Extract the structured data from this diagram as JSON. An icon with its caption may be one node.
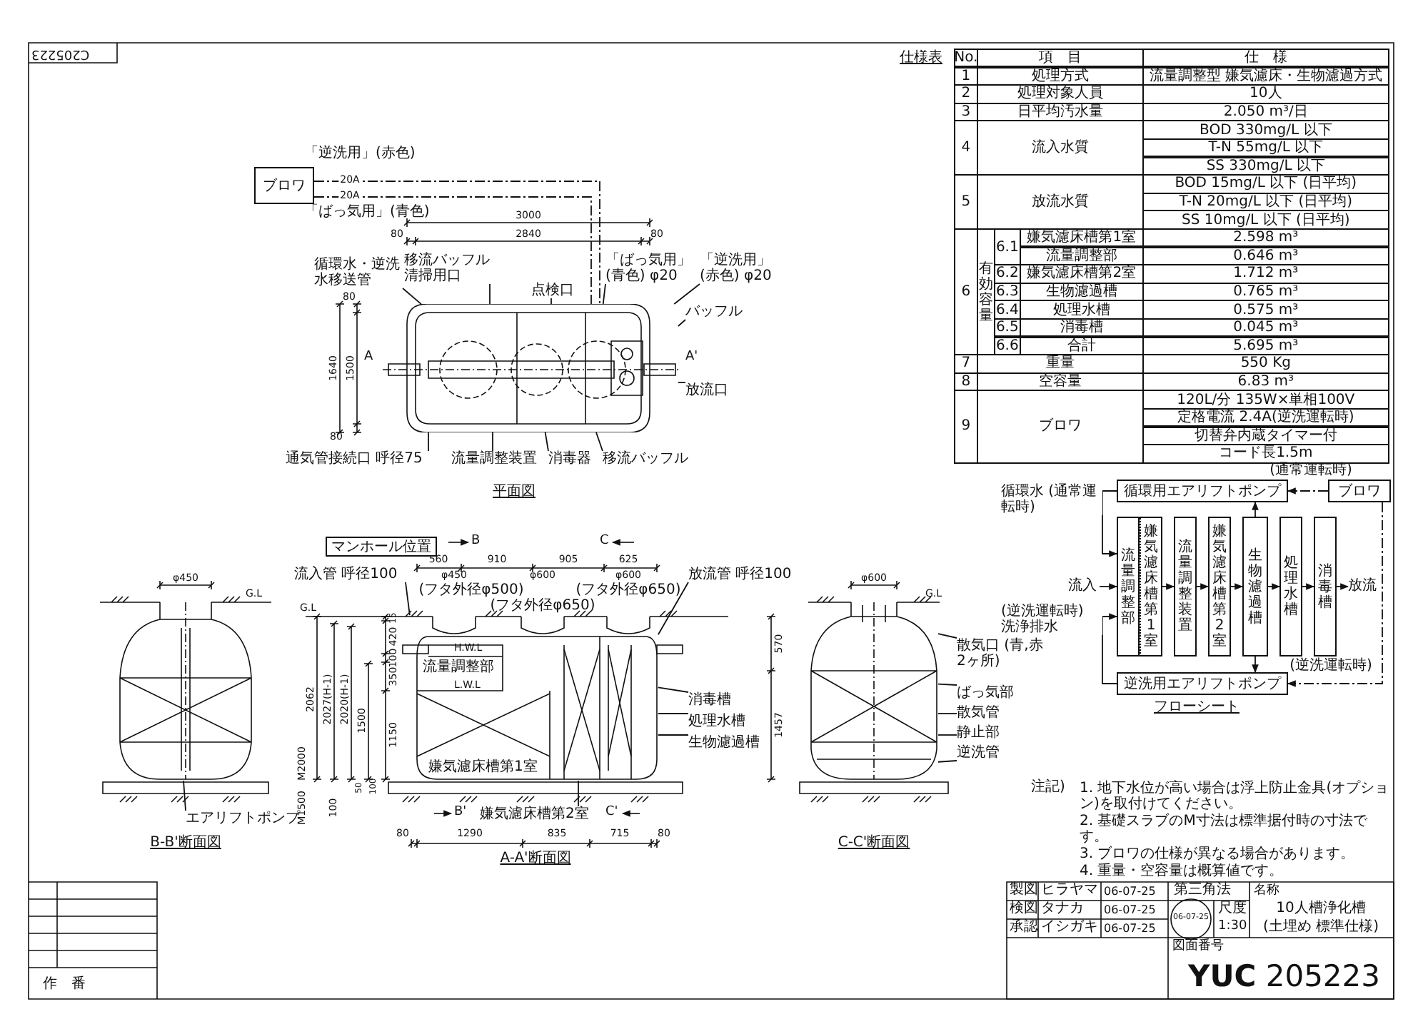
{
  "diagram": {
    "nodes": [
      {
        "text": [
          "ブロワ"
        ]
      },
      {
        "text": [],
        "shape": "picture"
      },
      {
        "text": [
          "移流バッフル清掃用口"
        ]
      },
      {
        "text": [
          "循環水・逆洗水移送管"
        ]
      },
      {
        "text": [
          "点検口"
        ]
      },
      {
        "text": [
          "「ばっ気用」(青色) φ20"
        ]
      },
      {
        "text": [
          "「逆洗用」(赤色) φ20"
        ]
      },
      {
        "text": [
          "バッフル"
        ]
      },
      {
        "text": [
          "放流口"
        ]
      },
      {
        "text": [
          "通気管接続口 呼径75"
        ]
      },
      {
        "text": [
          "流量調整装置"
        ]
      },
      {
        "text": [
          "消毒器"
        ]
      },
      {
        "text": [
          "移流バッフル"
        ]
      },
      {
        "text": [
          "マンホール位置"
        ]
      },
      {
        "text": [
          "流入管 呼径100"
        ]
      },
      {
        "text": [
          "放流管 呼径100"
        ]
      },
      {
        "text": [
          "消毒槽"
        ]
      },
      {
        "text": [
          "処理水槽"
        ]
      },
      {
        "text": [
          "生物濾過槽"
        ]
      },
      {
        "text": [
          "嫌気濾床槽第2室"
        ]
      },
      {
        "text": [
          "エアリフトポンプ"
        ]
      },
      {
        "text": [
          "散気口 (青,赤 2ヶ所)"
        ]
      },
      {
        "text": [
          "ばっ気部"
        ]
      },
      {
        "text": [
          "散気管"
        ]
      },
      {
        "text": [
          "静止部"
        ]
      },
      {
        "text": [
          "逆洗管"
        ]
      },
      {
        "text": [
          "循環用エアリフトポンプ"
        ]
      },
      {
        "text": [
          "ブロワ"
        ]
      },
      {
        "text": [
          "流量調整部"
        ]
      },
      {
        "text": [
          "嫌気濾床槽第1室"
        ]
      },
      {
        "text": [
          "流量調整装置"
        ]
      },
      {
        "text": [
          "嫌気濾床槽第2室"
        ]
      },
      {
        "text": [
          "生物濾過槽"
        ]
      },
      {
        "text": [
          "処理水槽"
        ]
      },
      {
        "text": [
          "消毒槽"
        ]
      },
      {
        "text": [
          "逆洗用エアリフトポンプ"
        ]
      },
      {
        "text": [
          "流入"
        ]
      },
      {
        "text": [
          "放流"
        ]
      },
      {
        "text": [
          "H.W.L",
          "流量調整部",
          "L.W.L",
          "嫌気濾床槽第1室"
        ]
      },
      {
        "text": [],
        "shape": "picture"
      },
      {
        "text": [],
        "shape": "picture"
      }
    ],
    "edges": [
      {
        "from": 0,
        "to": 1,
        "arrow": "none",
        "label": "20A",
        "style": "dashed"
      },
      {
        "from": 0,
        "to": 1,
        "arrow": "none",
        "label": "20A",
        "style": "dashed"
      },
      {
        "from": 2,
        "to": 1,
        "arrow": "none"
      },
      {
        "from": 3,
        "to": 1,
        "arrow": "none"
      },
      {
        "from": 4,
        "to": 1,
        "arrow": "none"
      },
      {
        "from": 5,
        "to": 1,
        "arrow": "none"
      },
      {
        "from": 6,
        "to": 1,
        "arrow": "none"
      },
      {
        "from": 7,
        "to": 1,
        "arrow": "none"
      },
      {
        "from": 8,
        "to": 1,
        "arrow": "none"
      },
      {
        "from": 9,
        "to": 1,
        "arrow": "none"
      },
      {
        "from": 10,
        "to": 1,
        "arrow": "none"
      },
      {
        "from": 11,
        "to": 1,
        "arrow": "none"
      },
      {
        "from": 12,
        "to": 1,
        "arrow": "none"
      },
      {
        "from": 14,
        "to": 38,
        "arrow": "none"
      },
      {
        "from": 15,
        "to": 38,
        "arrow": "none"
      },
      {
        "from": 16,
        "to": 38,
        "arrow": "none"
      },
      {
        "from": 17,
        "to": 38,
        "arrow": "none"
      },
      {
        "from": 18,
        "to": 38,
        "arrow": "none"
      },
      {
        "from": 19,
        "to": 38,
        "arrow": "none"
      },
      {
        "from": 20,
        "to": 39,
        "arrow": "none"
      },
      {
        "from": 21,
        "to": 40,
        "arrow": "none"
      },
      {
        "from": 22,
        "to": 40,
        "arrow": "none"
      },
      {
        "from": 23,
        "to": 40,
        "arrow": "none"
      },
      {
        "from": 24,
        "to": 40,
        "arrow": "none"
      },
      {
        "from": 25,
        "to": 40,
        "arrow": "none"
      },
      {
        "from": 36,
        "to": 28,
        "arrow": "to"
      },
      {
        "from": 29,
        "to": 30,
        "arrow": "to"
      },
      {
        "from": 30,
        "to": 31,
        "arrow": "to"
      },
      {
        "from": 31,
        "to": 32,
        "arrow": "to"
      },
      {
        "from": 32,
        "to": 33,
        "arrow": "to"
      },
      {
        "from": 33,
        "to": 34,
        "arrow": "to"
      },
      {
        "from": 34,
        "to": 37,
        "arrow": "to"
      },
      {
        "from": 26,
        "to": 28,
        "arrow": "to",
        "label": "循環水 (通常運転時)"
      },
      {
        "from": 35,
        "to": 28,
        "arrow": "to",
        "label": "(逆洗運転時) 洗浄排水"
      },
      {
        "from": 27,
        "to": 26,
        "arrow": "to",
        "label": "(通常運転時)",
        "style": "dashed"
      },
      {
        "from": 27,
        "to": 35,
        "arrow": "to",
        "label": "(逆洗運転時)",
        "style": "dashed"
      },
      {
        "from": 32,
        "to": 26,
        "arrow": "to"
      },
      {
        "from": 32,
        "to": 35,
        "arrow": "to"
      }
    ],
    "labels": [
      "C205223",
      "「逆洗用」(赤色)",
      "「ばっ気用」(青色)",
      "3000",
      "80",
      "2840",
      "80",
      "80",
      "1640",
      "1500",
      "80",
      "A",
      "A'",
      "平面図",
      "B",
      "C",
      "560",
      "910",
      "905",
      "625",
      "φ450",
      "(フタ外径φ500)",
      "φ600",
      "(フタ外径φ650)",
      "φ600",
      "(フタ外径φ650)",
      "G.L",
      "15",
      "420",
      "100",
      "350",
      "1500",
      "1150",
      "2062",
      "2027(H-1)",
      "2020(H-1)",
      "100",
      "M2000",
      "50",
      "M1500",
      "100",
      "570",
      "1457",
      "B'",
      "C'",
      "80",
      "1290",
      "835",
      "715",
      "80",
      "A-A'断面図",
      "φ450",
      "G.L",
      "B-B'断面図",
      "φ600",
      "G.L",
      "C-C'断面図",
      "仕様表",
      "No.",
      "項　目",
      "仕　様",
      "1",
      "処理方式",
      "流量調整型 嫌気濾床・生物濾過方式",
      "2",
      "処理対象人員",
      "10人",
      "3",
      "日平均汚水量",
      "2.050 m³/日",
      "4",
      "流入水質",
      "BOD 330mg/L 以下",
      "T-N 55mg/L 以下",
      "SS 330mg/L 以下",
      "5",
      "放流水質",
      "BOD 15mg/L 以下 (日平均)",
      "T-N 20mg/L 以下 (日平均)",
      "SS 10mg/L 以下 (日平均)",
      "6",
      "有効容量",
      "6.1",
      "嫌気濾床槽第1室",
      "2.598 m³",
      "流量調整部",
      "0.646 m³",
      "6.2",
      "嫌気濾床槽第2室",
      "1.712 m³",
      "6.3",
      "生物濾過槽",
      "0.765 m³",
      "6.4",
      "処理水槽",
      "0.575 m³",
      "6.5",
      "消毒槽",
      "0.045 m³",
      "6.6",
      "合計",
      "5.695 m³",
      "7",
      "重量",
      "550 Kg",
      "8",
      "空容量",
      "6.83 m³",
      "9",
      "ブロワ",
      "120L/分 135W×単相100V",
      "定格電流 2.4A(逆洗運転時)",
      "切替弁内蔵タイマー付",
      "コード長1.5m",
      "フローシート",
      "注記)",
      "1. 地下水位が高い場合は浮上防止金具(オプション)を取付けてください。",
      "2. 基礎スラブのM寸法は標準据付時の寸法です。",
      "3. ブロワの仕様が異なる場合があります。",
      "4. 重量・空容量は概算値です。",
      "製図",
      "ヒラヤマ",
      "06-07-25",
      "検図",
      "タナカ",
      "06-07-25",
      "承認",
      "イシガキ",
      "06-07-25",
      "第三角法",
      "06-07-25",
      "尺度",
      "1:30",
      "名称",
      "10人槽浄化槽",
      "(土埋め 標準仕様)",
      "図面番号",
      "**YUC** 205223",
      "作　番"
    ]
  }
}
